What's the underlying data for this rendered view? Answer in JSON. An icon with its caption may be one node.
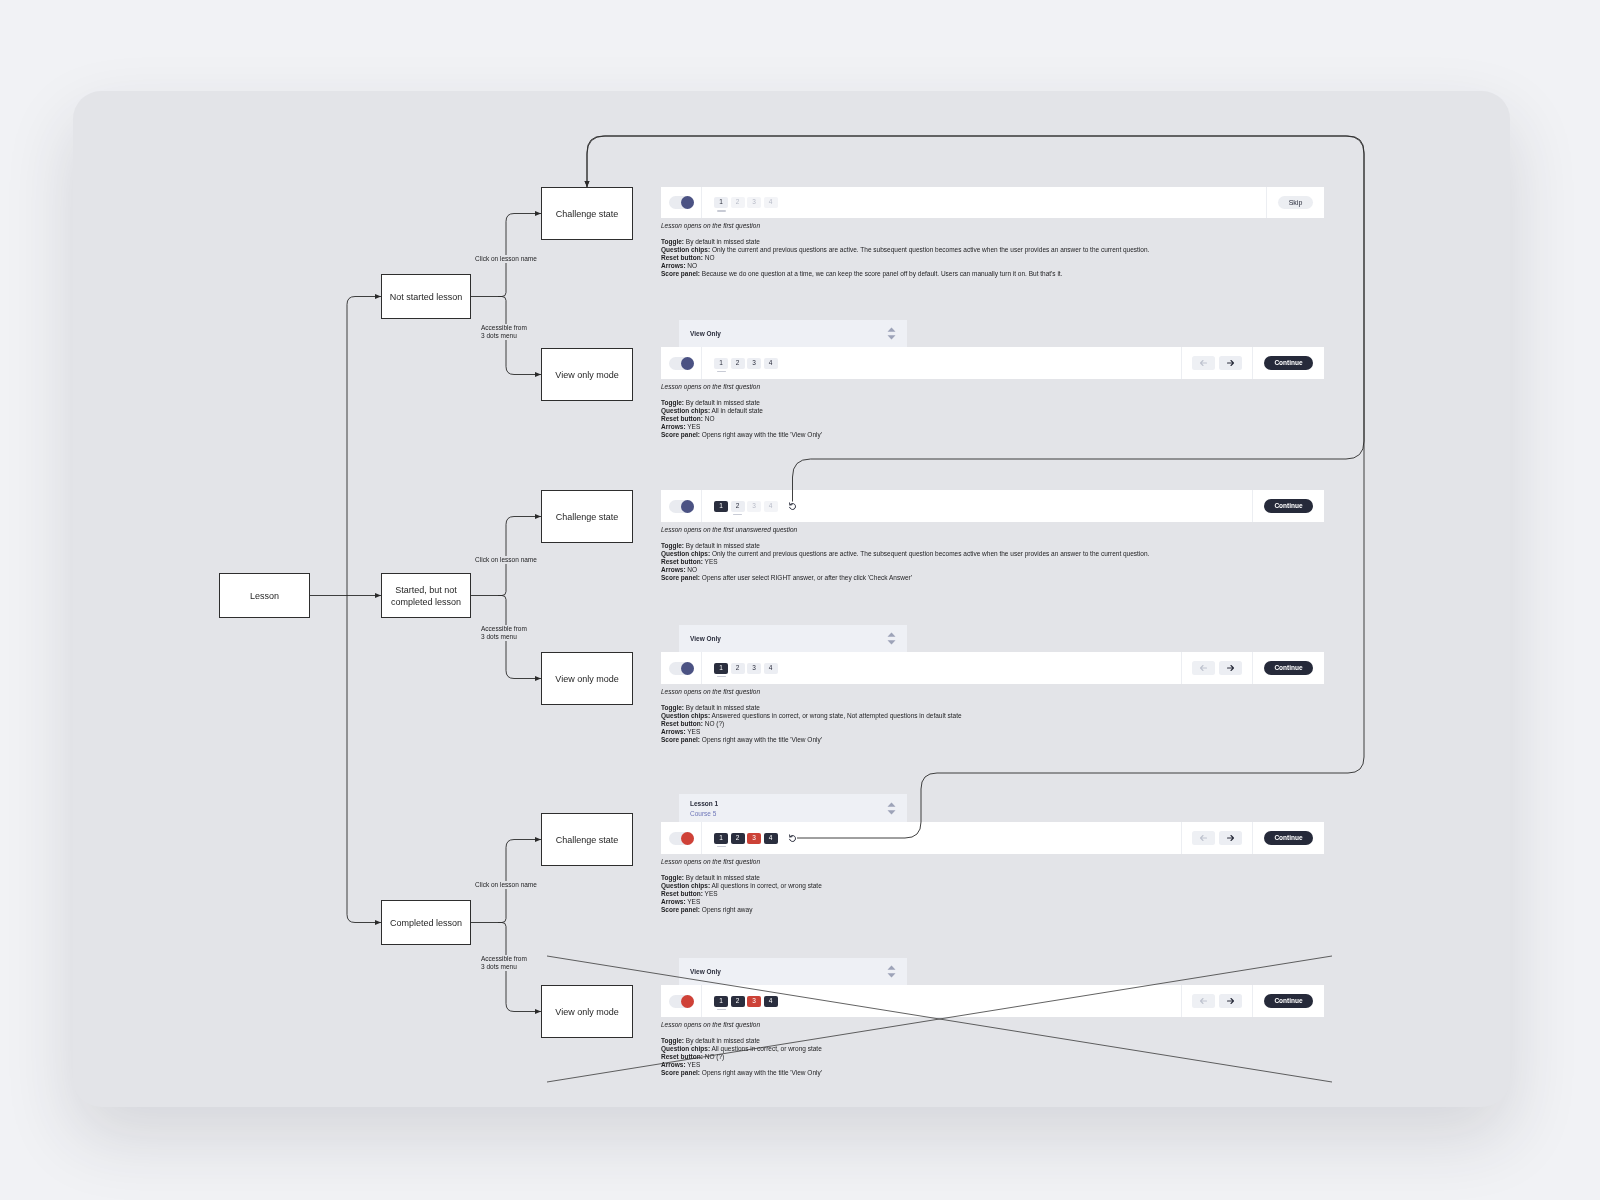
{
  "diagram": {
    "nodes": [
      {
        "text": [
          "Lesson"
        ]
      },
      {
        "text": [
          "Not started lesson"
        ]
      },
      {
        "text": [
          "Started, but not completed lesson"
        ]
      },
      {
        "text": [
          "Completed lesson"
        ]
      },
      {
        "text": [
          "Challenge state"
        ]
      },
      {
        "text": [
          "View only mode"
        ]
      },
      {
        "text": [
          "Challenge state"
        ]
      },
      {
        "text": [
          "View only mode"
        ]
      },
      {
        "text": [
          "Challenge state"
        ]
      },
      {
        "text": [
          "View only mode"
        ]
      },
      {
        "text": [],
        "shape": "bar",
        "beside": [
          "Lesson opens on the first question",
          "**Toggle:** By default in missed state",
          "**Question chips:** Only the current and previous questions are active. The subsequent question becomes active when the user provides an answer to the current question.",
          "**Reset button:** NO",
          "**Arrows:** NO",
          "**Score panel:** Because we do one question at a time, we can keep the score panel off by default. Users can manually turn it on. But that's it."
        ]
      },
      {
        "text": [
          "1"
        ],
        "in": 10
      },
      {
        "text": [
          "2"
        ],
        "in": 10
      },
      {
        "text": [
          "3"
        ],
        "in": 10
      },
      {
        "text": [
          "4"
        ],
        "in": 10
      },
      {
        "text": [
          "Skip"
        ],
        "in": 10
      },
      {
        "text": [
          "View Only"
        ]
      },
      {
        "text": [],
        "shape": "bar",
        "beside": [
          "Lesson opens on the first question",
          "**Toggle:** By default in missed state",
          "**Question chips:** All in default state",
          "**Reset button:** NO",
          "**Arrows:** YES",
          "**Score panel:** Opens right away with the title 'View Only'"
        ]
      },
      {
        "text": [
          "1"
        ],
        "in": 17
      },
      {
        "text": [
          "2"
        ],
        "in": 17
      },
      {
        "text": [
          "3"
        ],
        "in": 17
      },
      {
        "text": [
          "4"
        ],
        "in": 17
      },
      {
        "text": [
          "Continue"
        ],
        "in": 17
      },
      {
        "text": [],
        "shape": "bar",
        "beside": [
          "Lesson opens on the first unanswered question",
          "**Toggle:** By default in missed state",
          "**Question chips:** Only the current and previous questions are active. The subsequent question becomes active when the user provides an answer to the current question.",
          "**Reset button:** YES",
          "**Arrows:** NO",
          "**Score panel:** Opens after user select RIGHT answer, or after they click 'Check Answer'"
        ]
      },
      {
        "text": [
          "1"
        ],
        "in": 23
      },
      {
        "text": [
          "2"
        ],
        "in": 23
      },
      {
        "text": [
          "3"
        ],
        "in": 23
      },
      {
        "text": [
          "4"
        ],
        "in": 23
      },
      {
        "text": [],
        "shape": "icon",
        "in": 23
      },
      {
        "text": [
          "Continue"
        ],
        "in": 23
      },
      {
        "text": [
          "View Only"
        ]
      },
      {
        "text": [],
        "shape": "bar",
        "beside": [
          "Lesson opens on the first question",
          "**Toggle:** By default in missed state",
          "**Question chips:** Answered questions in correct, or wrong state, Not attempted questions in default state",
          "**Reset button:** NO (?)",
          "**Arrows:** YES",
          "**Score panel:** Opens right away with the title 'View Only'"
        ]
      },
      {
        "text": [
          "1"
        ],
        "in": 31
      },
      {
        "text": [
          "2"
        ],
        "in": 31
      },
      {
        "text": [
          "3"
        ],
        "in": 31
      },
      {
        "text": [
          "4"
        ],
        "in": 31
      },
      {
        "text": [
          "Continue"
        ],
        "in": 31
      },
      {
        "text": [
          "Lesson 1",
          "Course 5"
        ]
      },
      {
        "text": [],
        "shape": "bar",
        "beside": [
          "Lesson opens on the first question",
          "**Toggle:** By default in missed state",
          "**Question chips:** All questions in correct, or wrong state",
          "**Reset button:** YES",
          "**Arrows:** YES",
          "**Score panel:** Opens right away"
        ]
      },
      {
        "text": [
          "1"
        ],
        "in": 38
      },
      {
        "text": [
          "2"
        ],
        "in": 38
      },
      {
        "text": [
          "3"
        ],
        "in": 38
      },
      {
        "text": [
          "4"
        ],
        "in": 38
      },
      {
        "text": [],
        "shape": "icon",
        "in": 38
      },
      {
        "text": [
          "Continue"
        ],
        "in": 38
      },
      {
        "text": [
          "View Only"
        ]
      },
      {
        "text": [],
        "shape": "bar",
        "beside": [
          "Lesson opens on the first question",
          "**Toggle:** By default in missed state",
          "**Question chips:** All questions in correct, or wrong state",
          "**Reset button:** NO (?)",
          "**Arrows:** YES",
          "**Score panel:** Opens right away with the title 'View Only'"
        ]
      },
      {
        "text": [
          "1"
        ],
        "in": 46
      },
      {
        "text": [
          "2"
        ],
        "in": 46
      },
      {
        "text": [
          "3"
        ],
        "in": 46
      },
      {
        "text": [
          "4"
        ],
        "in": 46
      },
      {
        "text": [
          "Continue"
        ],
        "in": 46
      }
    ],
    "edges": [
      {
        "from": 0,
        "to": 1,
        "arrow": "to"
      },
      {
        "from": 0,
        "to": 2,
        "arrow": "to"
      },
      {
        "from": 0,
        "to": 3,
        "arrow": "to"
      },
      {
        "from": 1,
        "to": 4,
        "arrow": "to",
        "label": "Click on lesson name"
      },
      {
        "from": 1,
        "to": 5,
        "arrow": "to",
        "label": "Accessible from 3 dots menu"
      },
      {
        "from": 2,
        "to": 6,
        "arrow": "to",
        "label": "Click on lesson name"
      },
      {
        "from": 2,
        "to": 7,
        "arrow": "to",
        "label": "Accessible from 3 dots menu"
      },
      {
        "from": 3,
        "to": 8,
        "arrow": "to",
        "label": "Click on lesson name"
      },
      {
        "from": 3,
        "to": 9,
        "arrow": "to",
        "label": "Accessible from 3 dots menu"
      },
      {
        "from": 28,
        "to": 4,
        "arrow": "to"
      },
      {
        "from": 43,
        "to": 4,
        "arrow": "to"
      }
    ]
  }
}
